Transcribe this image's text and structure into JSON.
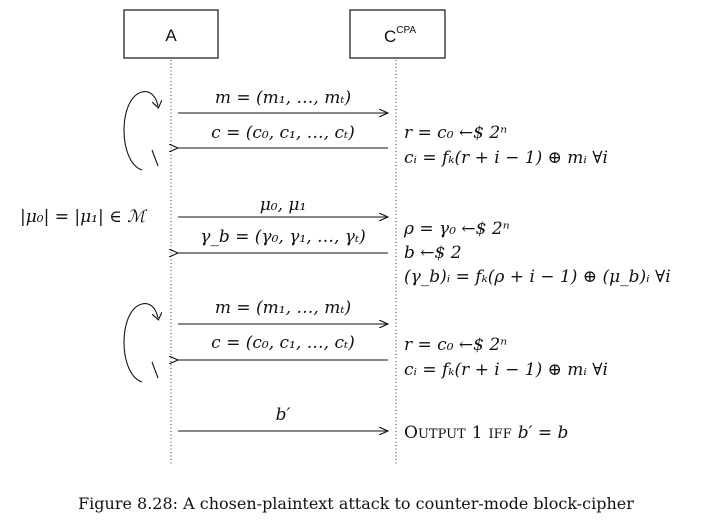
{
  "parties": {
    "adversary": "A",
    "challenger_base": "C",
    "challenger_sup": "CPA"
  },
  "phase1": {
    "msg_to_challenger": "m = (m₁, …, mₜ)",
    "msg_to_adversary": "c = (c₀, c₁, …, cₜ)",
    "computation": [
      "r = c₀ ←$ 2ⁿ",
      "cᵢ = fₖ(r + i − 1) ⊕ mᵢ   ∀i"
    ]
  },
  "challenge": {
    "condition": "|μ₀| = |μ₁| ∈ ℳ",
    "msg_to_challenger": "μ₀, μ₁",
    "msg_to_adversary": "γ_b = (γ₀, γ₁, …, γₜ)",
    "computation": [
      "ρ = γ₀ ←$ 2ⁿ",
      "b ←$ 2",
      "(γ_b)ᵢ = fₖ(ρ + i − 1) ⊕ (μ_b)ᵢ   ∀i"
    ]
  },
  "phase2": {
    "msg_to_challenger": "m = (m₁, …, mₜ)",
    "msg_to_adversary": "c = (c₀, c₁, …, cₜ)",
    "computation": [
      "r = c₀ ←$ 2ⁿ",
      "cᵢ = fₖ(r + i − 1) ⊕ mᵢ   ∀i"
    ]
  },
  "final": {
    "msg_to_challenger": "b′",
    "output_prefix_big": "O",
    "output_prefix_small": "UTPUT",
    "output_num": "1",
    "output_iff": "IFF",
    "output_condition": "b′ = b"
  },
  "caption": "Figure 8.28: A chosen-plaintext attack to counter-mode block-cipher"
}
